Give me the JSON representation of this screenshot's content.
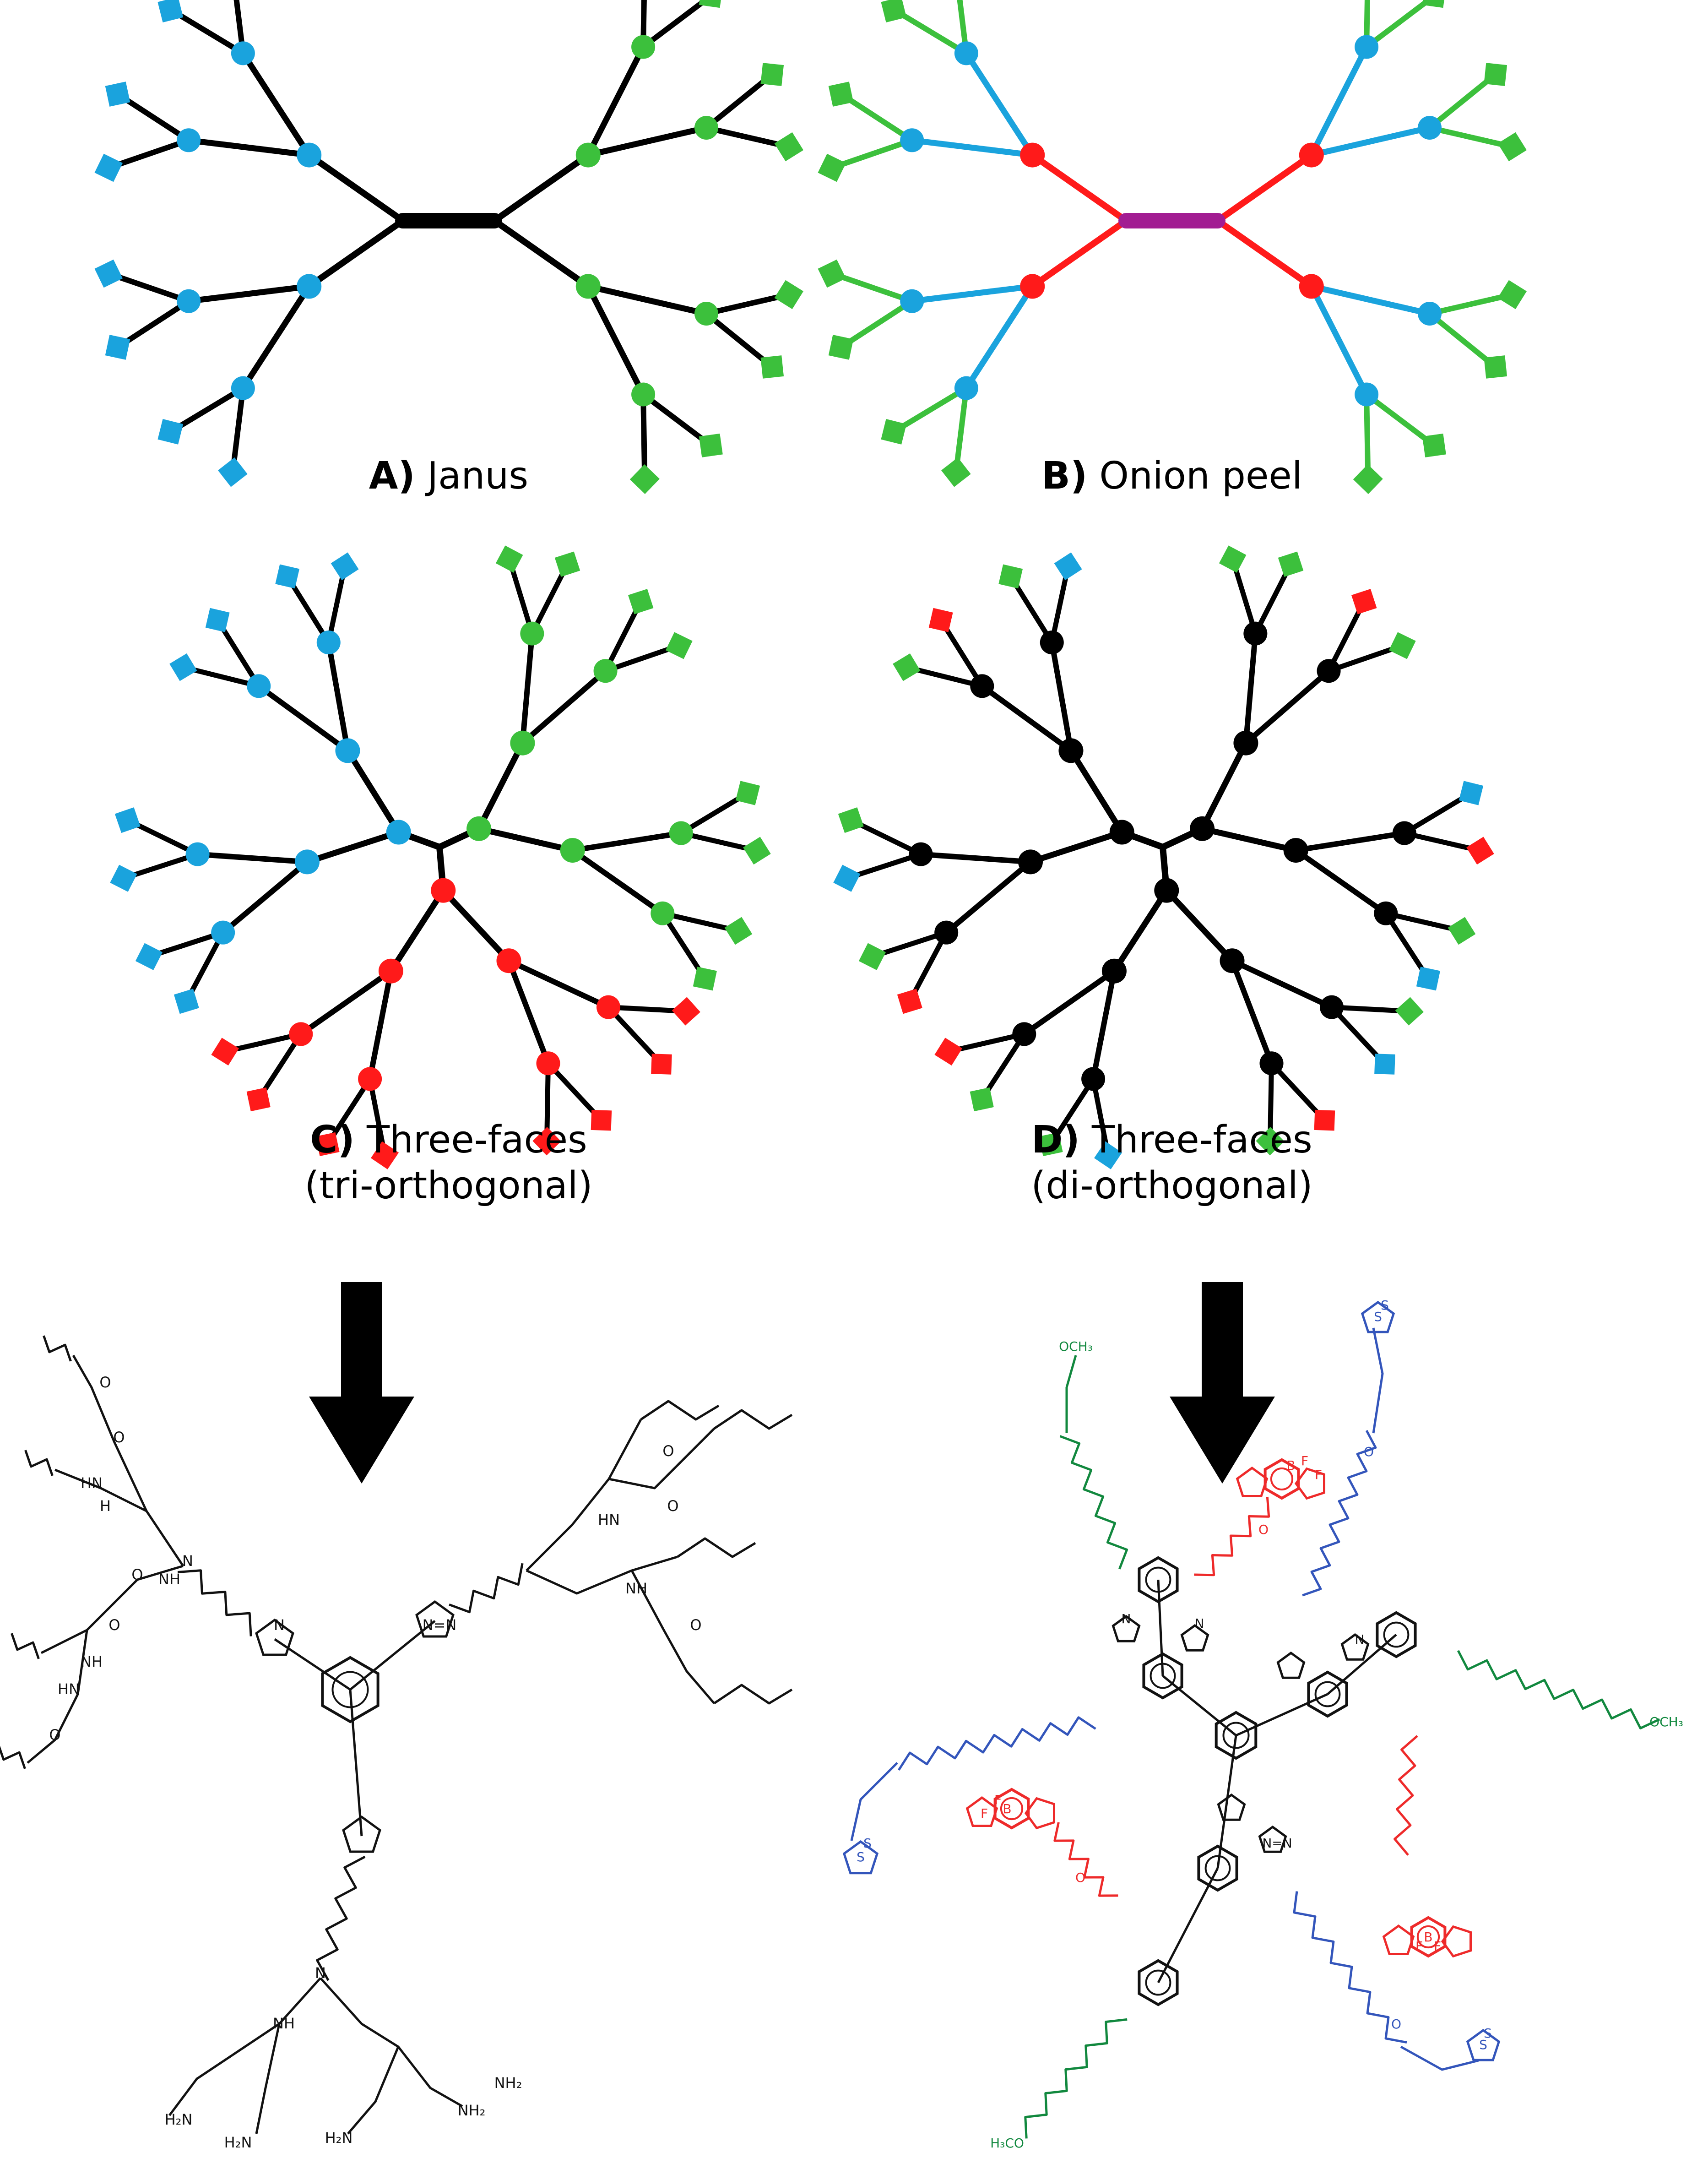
{
  "panels": {
    "a": {
      "letter": "A)",
      "title": "Janus",
      "subtitle": ""
    },
    "b": {
      "letter": "B)",
      "title": "Onion peel",
      "subtitle": ""
    },
    "c": {
      "letter": "C)",
      "title": "Three-faces",
      "subtitle": "(tri-orthogonal)"
    },
    "d": {
      "letter": "D)",
      "title": "Three-faces",
      "subtitle": "(di-orthogonal)"
    }
  },
  "colors": {
    "black": "#000000",
    "blue": "#1aa3dd",
    "green": "#3cc03c",
    "red": "#ff1a1a",
    "purple": "#a21c92",
    "chem_black": "#111111",
    "chem_green": "#11883e",
    "chem_red": "#ee2a2a",
    "chem_blue": "#3355bb"
  },
  "chem_left": {
    "labels": [
      "N",
      "N=N",
      "N",
      "N",
      "NH",
      "HN",
      "H",
      "O",
      "O",
      "O",
      "NH",
      "HN",
      "O",
      "O",
      "NH",
      "H₂N",
      "H₂N",
      "H₂N",
      "NH₂",
      "NH₂",
      "HN",
      "NH",
      "O",
      "O",
      "O"
    ]
  },
  "chem_right": {
    "labels": [
      "OCH₃",
      "OCH₃",
      "H₃CO",
      "S",
      "S",
      "S",
      "S",
      "S",
      "S",
      "F",
      "F",
      "F",
      "F",
      "F",
      "F",
      "B",
      "B",
      "B",
      "N",
      "N",
      "N",
      "N=N",
      "O",
      "O",
      "O",
      "O"
    ]
  }
}
